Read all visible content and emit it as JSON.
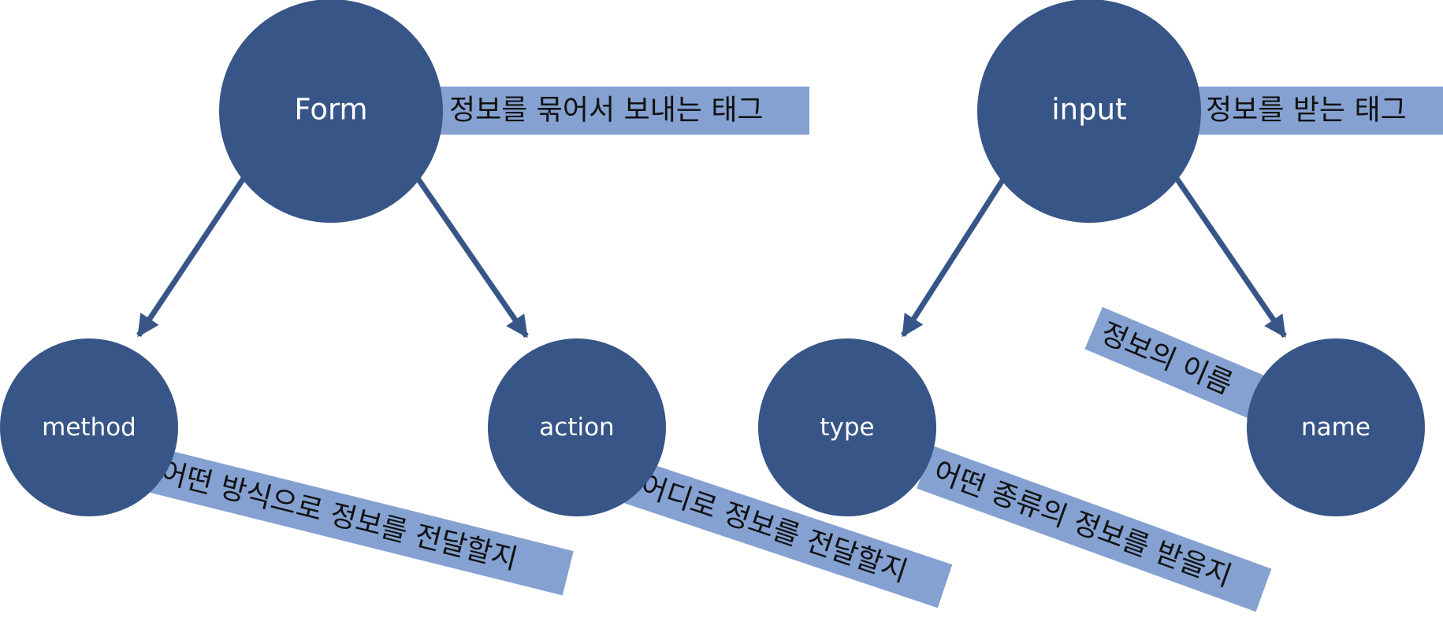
{
  "colors": {
    "node": "#375587",
    "label_box": "#84a1d1"
  },
  "diagrams": [
    {
      "parent": {
        "label": "Form",
        "description": "정보를 묶어서 보내는 태그"
      },
      "children": [
        {
          "label": "method",
          "description": "어떤 방식으로 정보를 전달할지"
        },
        {
          "label": "action",
          "description": "어디로 정보를 전달할지"
        }
      ]
    },
    {
      "parent": {
        "label": "input",
        "description": "정보를 받는 태그"
      },
      "children": [
        {
          "label": "type",
          "description": "어떤 종류의 정보를 받을지"
        },
        {
          "label": "name",
          "description": "정보의 이름"
        }
      ]
    }
  ]
}
